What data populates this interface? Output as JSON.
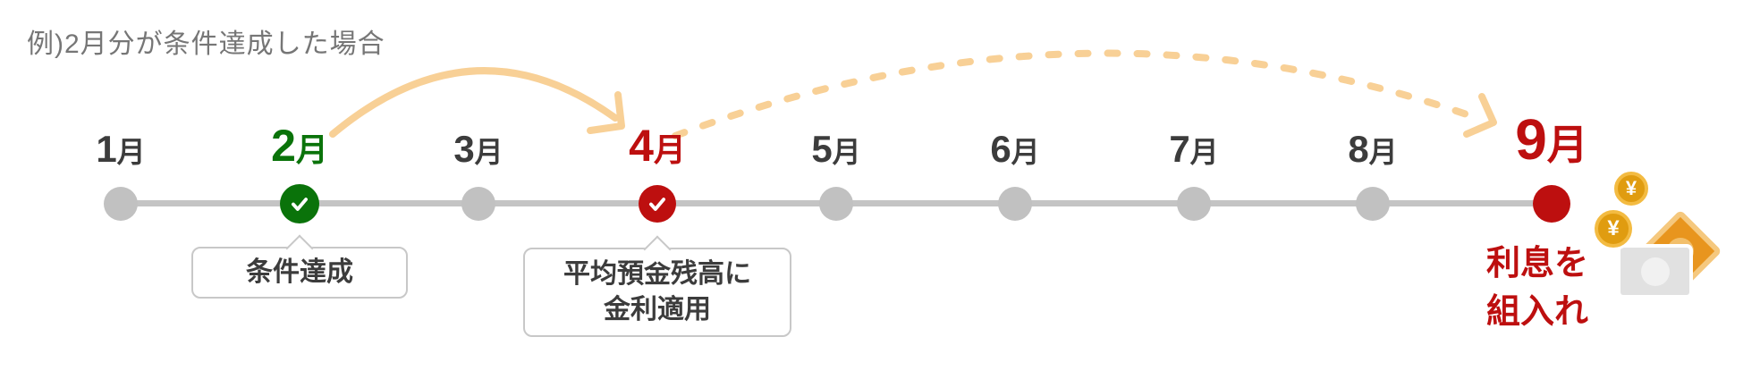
{
  "title": "例)2月分が条件達成した場合",
  "months": [
    {
      "num": "1",
      "suffix": "月",
      "state": "default"
    },
    {
      "num": "2",
      "suffix": "月",
      "state": "condition-achieved"
    },
    {
      "num": "3",
      "suffix": "月",
      "state": "default"
    },
    {
      "num": "4",
      "suffix": "月",
      "state": "rate-applied"
    },
    {
      "num": "5",
      "suffix": "月",
      "state": "default"
    },
    {
      "num": "6",
      "suffix": "月",
      "state": "default"
    },
    {
      "num": "7",
      "suffix": "月",
      "state": "default"
    },
    {
      "num": "8",
      "suffix": "月",
      "state": "default"
    },
    {
      "num": "9",
      "suffix": "月",
      "state": "interest-credited"
    }
  ],
  "callouts": {
    "february": {
      "text": "条件達成"
    },
    "april": {
      "line1": "平均預金残高に",
      "line2": "金利適用"
    },
    "september": {
      "line1": "利息を",
      "line2": "組入れ"
    }
  },
  "money": {
    "yen_symbol": "¥"
  },
  "colors": {
    "green": "#0a730a",
    "red": "#bd0f0f",
    "gray_dot": "#c1c1c1",
    "timeline": "#c4c4c4",
    "arrow_orange": "#f8d096",
    "title_text": "#767676",
    "month_text": "#3c3c3c",
    "callout_border": "#c8c8c8",
    "coin_ring": "#f3bb42",
    "coin_fill": "#e09c10",
    "banknote_orange": "#e8951e",
    "banknote_gray": "#e1e1e1"
  }
}
